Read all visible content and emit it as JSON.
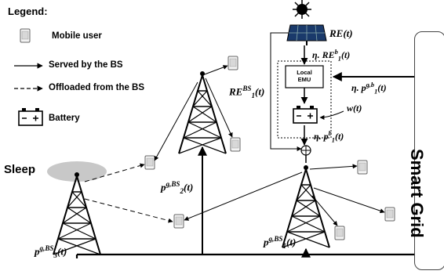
{
  "legend": {
    "title": "Legend:",
    "mobile_user": "Mobile user",
    "served": "Served by the BS",
    "offloaded": "Offloaded from the BS",
    "battery": "Battery"
  },
  "labels": {
    "sleep": "Sleep",
    "smart_grid": "Smart Grid",
    "local_emu_line1": "Local",
    "local_emu_line2": "EMU",
    "re_t": "RE(t)",
    "eta_re": "η. RE",
    "eta_re_sup": "b",
    "eta_re_sub": "1",
    "eta_re_tail": "(t)",
    "eta_p_grid": "η. p",
    "eta_p_grid_sup": "g,b",
    "eta_p_grid_sub": "1",
    "eta_p_grid_tail": "(t)",
    "w_t": "w(t)",
    "eta_pb": "η. p",
    "eta_pb_sup": "b",
    "eta_pb_sub": "1",
    "eta_pb_tail": "(t)",
    "re_bs": "RE",
    "re_bs_sup": "BS",
    "re_bs_sub": "1",
    "re_bs_tail": "(t)",
    "p2": "p",
    "p2_sup": "g,BS",
    "p2_sub": "2",
    "p2_tail": "(t)",
    "p3": "p",
    "p3_sup": "g,BS",
    "p3_sub": "3",
    "p3_tail": "(t)",
    "p1": "p",
    "p1_sup": "g,BS",
    "p1_sub": "1",
    "p1_tail": "(t)"
  }
}
